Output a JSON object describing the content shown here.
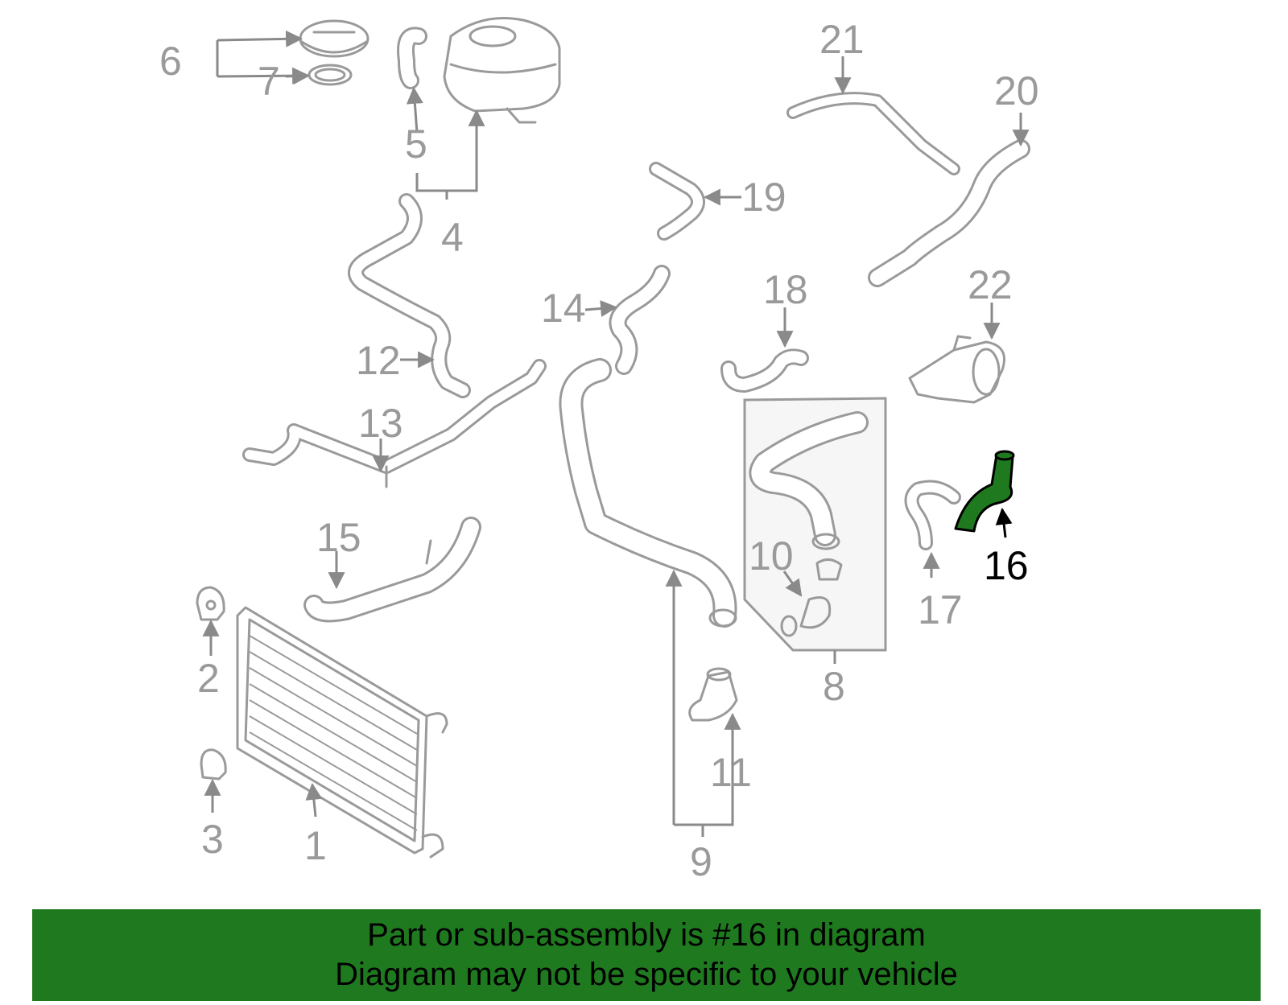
{
  "highlight_color": "#1f7a1f",
  "banner": {
    "line1": "Part or sub-assembly is #16 in diagram",
    "line2": "Diagram may not be specific to your vehicle"
  },
  "callouts": {
    "c1": "1",
    "c2": "2",
    "c3": "3",
    "c4": "4",
    "c5": "5",
    "c6": "6",
    "c7": "7",
    "c8": "8",
    "c9": "9",
    "c10": "10",
    "c11": "11",
    "c12": "12",
    "c13": "13",
    "c14": "14",
    "c15": "15",
    "c16": "16",
    "c17": "17",
    "c18": "18",
    "c19": "19",
    "c20": "20",
    "c21": "21",
    "c22": "22"
  },
  "highlighted_part": "16"
}
